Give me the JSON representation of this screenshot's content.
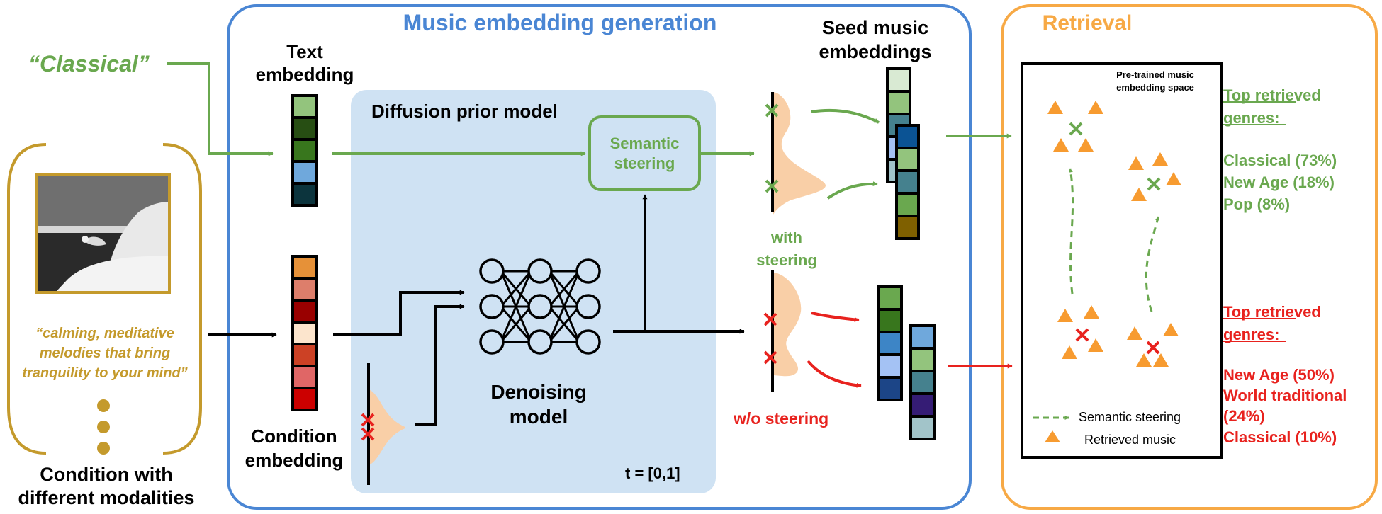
{
  "colors": {
    "blue_frame": "#4a86d4",
    "orange_frame": "#f7a945",
    "diffusion_bg": "#cfe2f3",
    "green": "#6aa84f",
    "gold": "#c49a2c",
    "red": "#e8221e",
    "black": "#000000",
    "bell_fill": "#f9cfa7",
    "marker_orange": "#f79b30"
  },
  "input": {
    "text_query": "“Classical”",
    "caption_line1": "“calming, meditative",
    "caption_line2": "melodies that bring",
    "caption_line3": "tranquility to your mind”",
    "title_line1": "Condition with",
    "title_line2": "different modalities"
  },
  "generation": {
    "title": "Music embedding generation",
    "text_embedding_line1": "Text",
    "text_embedding_line2": "embedding",
    "condition_embedding_line1": "Condition",
    "condition_embedding_line2": "embedding",
    "diffusion_title": "Diffusion prior model",
    "semantic_steering_line1": "Semantic",
    "semantic_steering_line2": "steering",
    "denoising_line1": "Denoising",
    "denoising_line2": "model",
    "time_range": "t = [0,1]",
    "seed_line1": "Seed music",
    "seed_line2": "embeddings",
    "with_steering_line1": "with",
    "with_steering_line2": "steering",
    "without_steering": "w/o steering",
    "text_vector_colors": [
      "#93c47d",
      "#274e13",
      "#38761d",
      "#6fa8dc",
      "#0c343d"
    ],
    "condition_vector_colors": [
      "#e69138",
      "#dd7e6b",
      "#990000",
      "#fce5cd",
      "#cc4125",
      "#e06666",
      "#cc0000"
    ],
    "seed_back_colors": [
      "#d9ead3",
      "#93c47d",
      "#45818e",
      "#a4c2f4",
      "#a2c4c9"
    ],
    "seed_front_colors": [
      "#0b5394",
      "#93c47d",
      "#45818e",
      "#6aa84f",
      "#7f6000"
    ],
    "unsteered_back_colors": [
      "#6fa8dc",
      "#93c47d",
      "#45818e",
      "#351c75",
      "#a2c4c9"
    ],
    "unsteered_front_colors": [
      "#6aa84f",
      "#38761d",
      "#3d85c6",
      "#a4c2f4",
      "#1c4587"
    ]
  },
  "retrieval": {
    "title": "Retrieval",
    "space_line1": "Pre-trained music",
    "space_line2": "embedding space",
    "legend_steering": "Semantic steering",
    "legend_retrieved": "Retrieved music",
    "steered_header_line1": "Top retrieved",
    "steered_header_line2": "genres:",
    "steered_genres": [
      "Classical (73%)",
      "New Age (18%)",
      "Pop (8%)"
    ],
    "unsteered_header_line1": "Top retrieved",
    "unsteered_header_line2": "genres:",
    "unsteered_genres": [
      "New Age (50%)",
      "World traditional",
      "(24%)",
      "Classical (10%)"
    ]
  }
}
